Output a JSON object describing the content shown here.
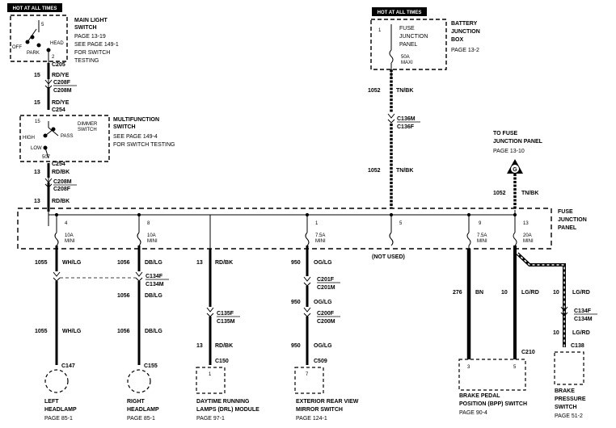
{
  "banners": {
    "left": "HOT AT ALL TIMES",
    "right": "HOT AT ALL TIMES"
  },
  "main_light_switch": {
    "title1": "MAIN LIGHT",
    "title2": "SWITCH",
    "ref1": "PAGE 13-19",
    "ref2": "SEE PAGE 149-1",
    "ref3": "FOR SWITCH",
    "ref4": "TESTING",
    "pos_off": "OFF",
    "pos_park": "PARK",
    "pos_head": "HEAD",
    "pin5": "5",
    "pin2": "2"
  },
  "battery_jb": {
    "title1": "BATTERY",
    "title2": "JUNCTION",
    "title3": "BOX",
    "ref": "PAGE 13-2",
    "inner1": "FUSE",
    "inner2": "JUNCTION",
    "inner3": "PANEL",
    "pin": "1",
    "fuse1": "50A",
    "fuse2": "MAXI"
  },
  "multifunction": {
    "title1": "MULTIFUNCTION",
    "title2": "SWITCH",
    "ref1": "SEE PAGE 149-4",
    "ref2": "FOR SWITCH TESTING",
    "dimmer1": "DIMMER",
    "dimmer2": "SWITCH",
    "high": "HIGH",
    "pass": "PASS",
    "low": "LOW",
    "pin15": "15",
    "pin507": "507"
  },
  "left_wires": {
    "c205": "C205",
    "w1n": "15",
    "w1c": "RD/YE",
    "c208f": "C208F",
    "c208m": "C208M",
    "w2n": "15",
    "w2c": "RD/YE",
    "c254a": "C254",
    "c254b": "C254",
    "w3n": "13",
    "w3c": "RD/BK",
    "c208m2": "C208M",
    "c208f2": "C208F",
    "w4n": "13",
    "w4c": "RD/BK"
  },
  "battery_wires": {
    "w1n": "1052",
    "w1c": "TN/BK",
    "c136m": "C136M",
    "c136f": "C136F",
    "w2n": "1052",
    "w2c": "TN/BK"
  },
  "fuse_feed": {
    "title1": "TO FUSE",
    "title2": "JUNCTION PANEL",
    "ref": "PAGE 13-10",
    "symbol": "G",
    "wn": "1052",
    "wc": "TN/BK"
  },
  "fjp": {
    "title1": "FUSE",
    "title2": "JUNCTION",
    "title3": "PANEL",
    "not_used": "(NOT USED)",
    "fuses": [
      {
        "num": "4",
        "a": "10A",
        "b": "MINI"
      },
      {
        "num": "8",
        "a": "10A",
        "b": "MINI"
      },
      {
        "num": "1",
        "a": "7.5A",
        "b": "MINI"
      },
      {
        "num": "5",
        "a": "",
        "b": ""
      },
      {
        "num": "9",
        "a": "7.5A",
        "b": "MINI"
      },
      {
        "num": "13",
        "a": "20A",
        "b": "MINI"
      }
    ]
  },
  "bottom": {
    "left_hl": {
      "w1n": "1055",
      "w1c": "WH/LG",
      "w2n": "1055",
      "w2c": "WH/LG",
      "conn": "C147",
      "name1": "LEFT",
      "name2": "HEADLAMP",
      "ref": "PAGE 85-1"
    },
    "right_hl": {
      "w1n": "1056",
      "w1c": "DB/LG",
      "c134f": "C134F",
      "c134m": "C134M",
      "w2n": "1056",
      "w2c": "DB/LG",
      "w3n": "1056",
      "w3c": "DB/LG",
      "conn": "C155",
      "name1": "RIGHT",
      "name2": "HEADLAMP",
      "ref": "PAGE 85-1"
    },
    "drl": {
      "w1n": "13",
      "w1c": "RD/BK",
      "c135f": "C135F",
      "c135m": "C135M",
      "w2n": "13",
      "w2c": "RD/BK",
      "conn": "C150",
      "pin": "1",
      "name1": "DAYTIME RUNNING",
      "name2": "LAMPS (DRL) MODULE",
      "ref": "PAGE 97-1"
    },
    "mirror": {
      "w1n": "950",
      "w1c": "OG/LG",
      "c201f": "C201F",
      "c201m": "C201M",
      "w2n": "950",
      "w2c": "OG/LG",
      "c200f": "C200F",
      "c200m": "C200M",
      "w3n": "950",
      "w3c": "OG/LG",
      "conn": "C509",
      "pin": "7",
      "name1": "EXTERIOR REAR VIEW",
      "name2": "MIRROR SWITCH",
      "ref": "PAGE 124-1"
    },
    "bpp": {
      "w1n": "276",
      "w1c": "BN",
      "w2n": "10",
      "w2c": "LG/RD",
      "conn": "C210",
      "pin3": "3",
      "pin5": "5",
      "name1": "BRAKE PEDAL",
      "name2": "POSITION (BPP) SWITCH",
      "ref": "PAGE 90-4"
    },
    "bps": {
      "w1n": "10",
      "w1c": "LG/RD",
      "c134f": "C134F",
      "c134m": "C134M",
      "w2n": "10",
      "w2c": "LG/RD",
      "conn": "C138",
      "name1": "BRAKE",
      "name2": "PRESSURE",
      "name3": "SWITCH",
      "ref": "PAGE 51-2"
    }
  }
}
